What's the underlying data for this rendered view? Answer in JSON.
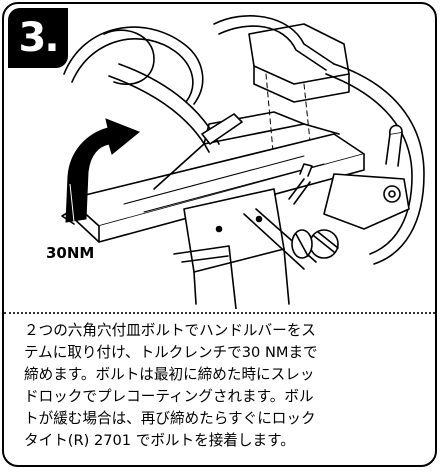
{
  "step": {
    "number": "3."
  },
  "illustration": {
    "torque_label": "30NM"
  },
  "instruction": {
    "text": "２つの六角穴付皿ボルトでハンドルバーをス\nテムに取り付け、トルクレンチで30 NMまで\n締めます。ボルトは最初に締めた時にスレッ\nドロックでプレコーティングされます。ボル\nトが緩む場合は、再び締めたらすぐにロック\nタイト(R) 2701 でボルトを接着します。"
  },
  "colors": {
    "ink": "#000000",
    "paper": "#ffffff"
  }
}
